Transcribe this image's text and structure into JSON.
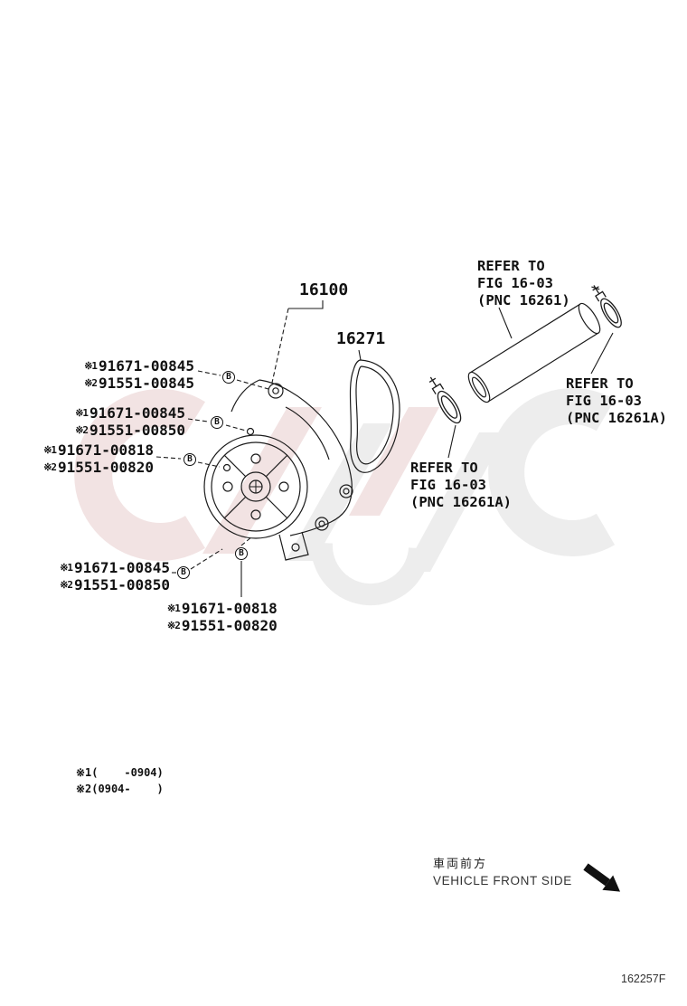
{
  "page": {
    "figure_code": "162257F"
  },
  "parts": {
    "main": "16100",
    "gasket": "16271"
  },
  "refer_notes": [
    {
      "line1": "REFER TO",
      "line2": "FIG 16-03",
      "line3": "(PNC 16261)"
    },
    {
      "line1": "REFER TO",
      "line2": "FIG 16-03",
      "line3": "(PNC 16261A)"
    },
    {
      "line1": "REFER TO",
      "line2": "FIG 16-03",
      "line3": "(PNC 16261A)"
    }
  ],
  "bolt_labels": [
    {
      "prefix1": "※1",
      "part1": "91671-00845",
      "prefix2": "※2",
      "part2": "91551-00845"
    },
    {
      "prefix1": "※1",
      "part1": "91671-00845",
      "prefix2": "※2",
      "part2": "91551-00850"
    },
    {
      "prefix1": "※1",
      "part1": "91671-00818",
      "prefix2": "※2",
      "part2": "91551-00820"
    },
    {
      "prefix1": "※1",
      "part1": "91671-00845",
      "prefix2": "※2",
      "part2": "91551-00850"
    },
    {
      "prefix1": "※1",
      "part1": "91671-00818",
      "prefix2": "※2",
      "part2": "91551-00820"
    }
  ],
  "callout_marker": "B",
  "footnotes": {
    "note1": "※1(    -0904)",
    "note2": "※2(0904-    )"
  },
  "direction": {
    "jp": "車両前方",
    "en": "VEHICLE FRONT SIDE"
  }
}
